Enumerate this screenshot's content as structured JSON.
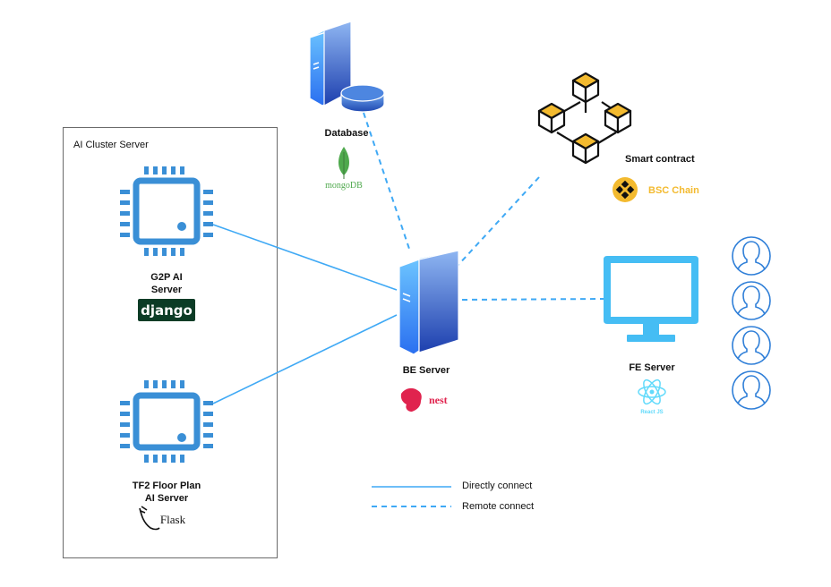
{
  "cluster": {
    "title": "AI Cluster Server"
  },
  "nodes": {
    "g2p": {
      "label_line1": "G2P AI",
      "label_line2": "Server",
      "tech": "django"
    },
    "tf2": {
      "label_line1": "TF2 Floor Plan",
      "label_line2": "AI Server",
      "tech": "Flask"
    },
    "database": {
      "label": "Database",
      "tech": "mongoDB"
    },
    "be": {
      "label": "BE Server",
      "tech": "nest"
    },
    "smart_contract": {
      "label": "Smart contract",
      "tech": "BSC Chain"
    },
    "fe": {
      "label": "FE Server",
      "tech": "React JS"
    },
    "users": {
      "count": 4
    }
  },
  "legend": {
    "direct": "Directly connect",
    "remote": "Remote connect"
  },
  "colors": {
    "line": "#3fa9f5",
    "chip": "#3a8fd6",
    "server_light": "#5fb6ff",
    "server_dark": "#1e4fb5",
    "monitor": "#45bdf4",
    "user": "#2f7fd8",
    "gold": "#f3ba2f",
    "django": "#0c3c26",
    "nest": "#e0234e",
    "mongo": "#4fa94d",
    "react": "#61dafb"
  },
  "connections": [
    {
      "from": "g2p",
      "to": "be",
      "type": "direct"
    },
    {
      "from": "tf2",
      "to": "be",
      "type": "direct"
    },
    {
      "from": "database",
      "to": "be",
      "type": "remote"
    },
    {
      "from": "smart_contract",
      "to": "be",
      "type": "remote"
    },
    {
      "from": "be",
      "to": "fe",
      "type": "remote"
    }
  ]
}
